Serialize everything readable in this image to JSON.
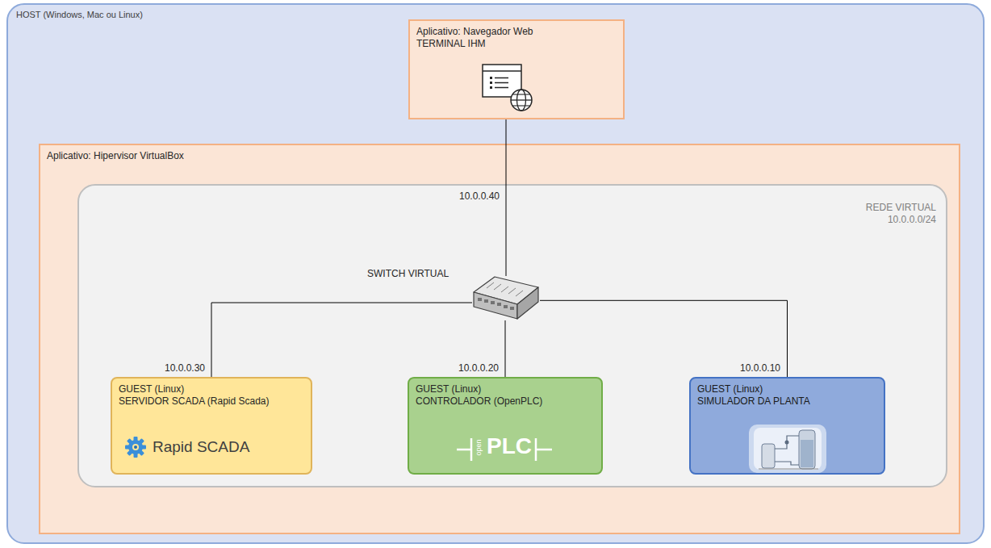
{
  "diagram": {
    "nodes": [
      {
        "text": [
          "HOST (Windows, Mac ou Linux)"
        ]
      },
      {
        "text": [
          "Aplicativo: Navegador Web TERMINAL IHM"
        ],
        "in": 0
      },
      {
        "text": [
          "Aplicativo: Hipervisor VirtualBox"
        ],
        "in": 0
      },
      {
        "text": [
          "REDE VIRTUAL 10.0.0.0/24"
        ],
        "in": 2
      },
      {
        "text": [
          "SWITCH VIRTUAL"
        ],
        "in": 3
      },
      {
        "text": [
          "GUEST (Linux) SERVIDOR SCADA (Rapid Scada)",
          "Rapid SCADA"
        ],
        "in": 3
      },
      {
        "text": [
          "GUEST (Linux) CONTROLADOR (OpenPLC)",
          "open",
          "PLC"
        ],
        "in": 3
      },
      {
        "text": [
          "GUEST (Linux) SIMULADOR DA PLANTA"
        ],
        "in": 3
      }
    ],
    "edges": [
      {
        "from": 1,
        "to": 4,
        "arrow": "none",
        "label": "10.0.0.40"
      },
      {
        "from": 4,
        "to": 5,
        "arrow": "none",
        "label": "10.0.0.30"
      },
      {
        "from": 4,
        "to": 6,
        "arrow": "none",
        "label": "10.0.0.20"
      },
      {
        "from": 4,
        "to": 7,
        "arrow": "none",
        "label": "10.0.0.10"
      }
    ]
  }
}
